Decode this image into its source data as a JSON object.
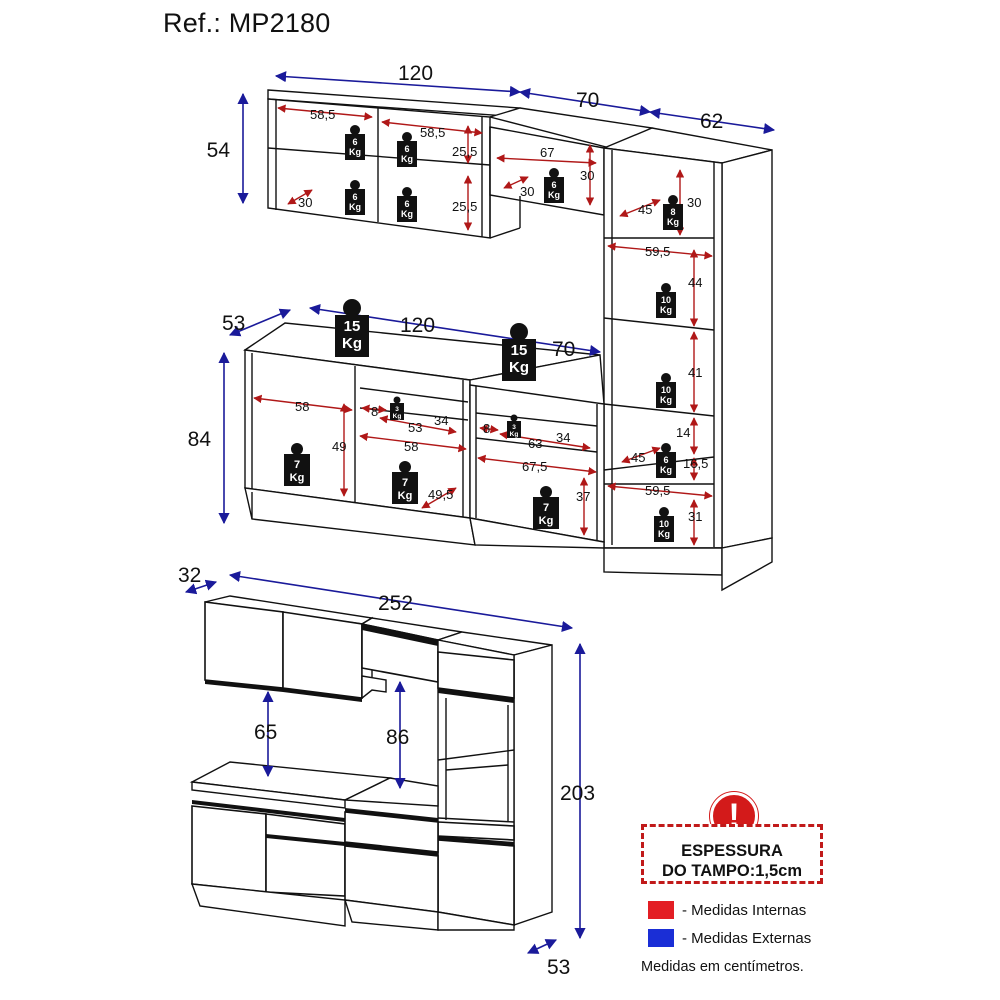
{
  "title": "Ref.: MP2180",
  "colors": {
    "internal": "#e31e24",
    "external": "#1a2ed6",
    "warning": "#d31a1a"
  },
  "top_view": {
    "external_dims": {
      "w120_top": "120",
      "w70_top": "70",
      "w62": "62",
      "h54": "54",
      "d53": "53",
      "w120_base": "120",
      "w70_base": "70",
      "h84": "84"
    },
    "internal_dims": {
      "a": "58,5",
      "b": "58,5",
      "c": "25,5",
      "d": "25,5",
      "e": "30",
      "f": "67",
      "g": "30",
      "h": "30",
      "i": "30",
      "j": "45",
      "k": "59,5",
      "l": "44",
      "m": "41",
      "n": "14",
      "o": "45",
      "p": "16,5",
      "q": "59,5",
      "r": "31",
      "s": "58",
      "t": "49",
      "u": "8",
      "v": "53",
      "w": "34",
      "x": "58",
      "y": "49,5",
      "z": "8",
      "aa": "63",
      "ab": "34",
      "ac": "67,5",
      "ad": "37"
    },
    "weights": {
      "w6": "6",
      "w8": "8",
      "w10": "10",
      "w15": "15",
      "w3": "3",
      "w7": "7",
      "unit": "Kg"
    }
  },
  "front_view": {
    "external_dims": {
      "d32": "32",
      "w252": "252",
      "h65": "65",
      "h86": "86",
      "h203": "203",
      "d53": "53"
    }
  },
  "warning": {
    "line1": "ESPESSURA",
    "line2": "DO TAMPO:1,5cm",
    "icon": "exclamation-icon"
  },
  "legend": {
    "internal": "- Medidas Internas",
    "external": "- Medidas Externas"
  },
  "footnote": "Medidas em centímetros."
}
